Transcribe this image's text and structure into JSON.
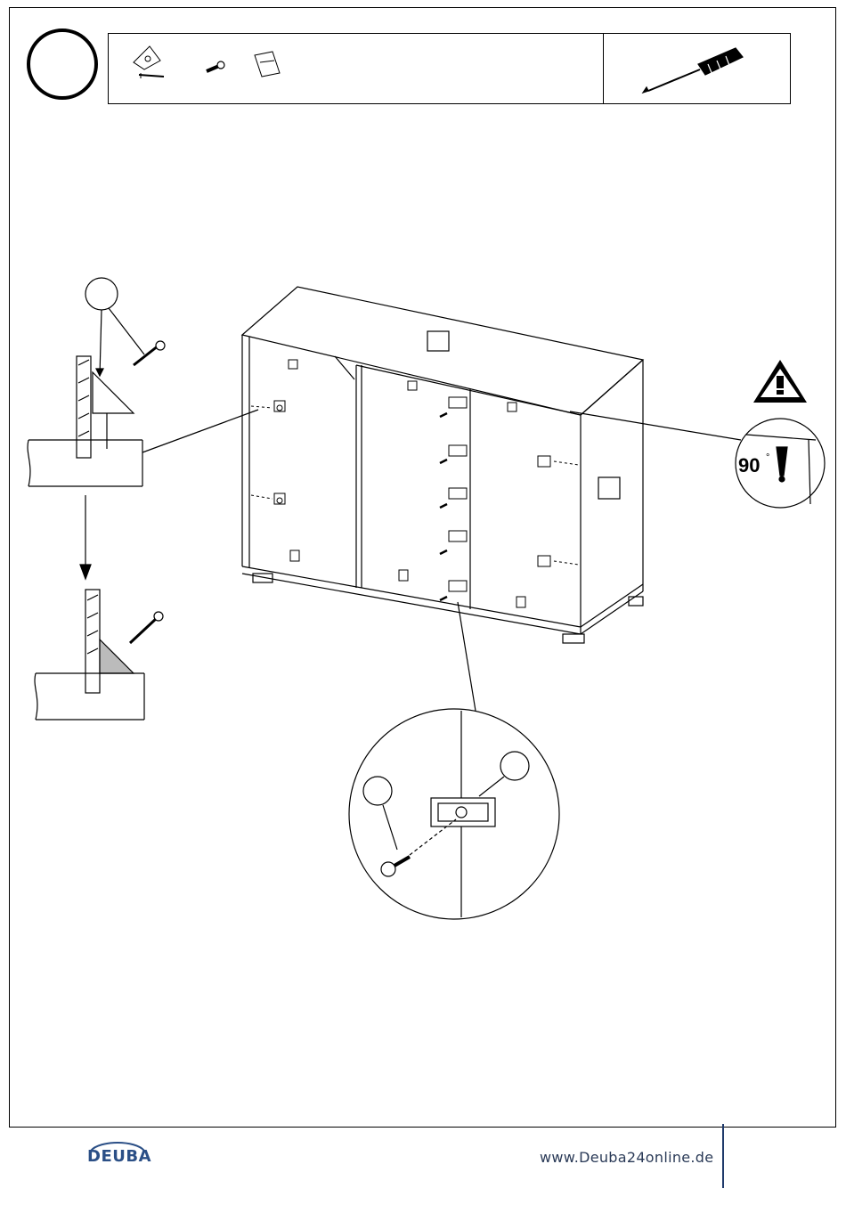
{
  "header": {
    "step_number": "",
    "parts": [
      "angle-bracket-icon",
      "screw-icon",
      "connector-plate-icon"
    ],
    "tools": [
      "screwdriver-icon"
    ]
  },
  "callouts": {
    "angle_label": "90",
    "degree_symbol": "°"
  },
  "footer": {
    "brand": "DEUBA",
    "website": "www.Deuba24online.de",
    "brand_color": "#2b4f86"
  }
}
